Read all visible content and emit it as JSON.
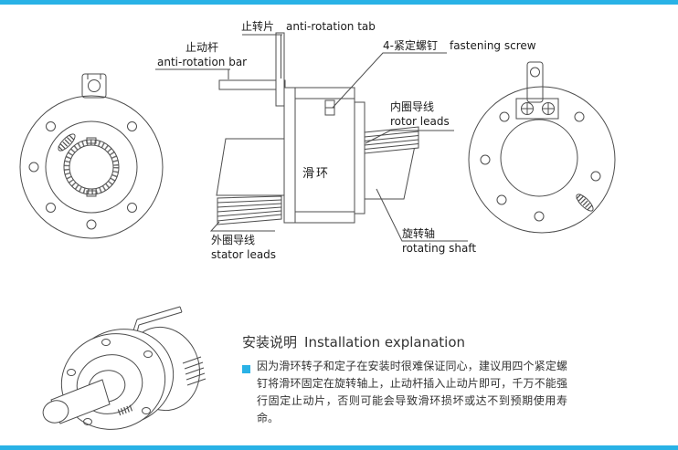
{
  "theme": {
    "accent": "#29b2e6",
    "line": "#4d4d4d",
    "text": "#1a1a1a"
  },
  "diagram": {
    "slip_ring_label": "滑环",
    "labels": {
      "anti_rotation_tab": {
        "zh": "止转片",
        "en": "anti-rotation tab"
      },
      "anti_rotation_bar": {
        "zh": "止动杆",
        "en": "anti-rotation bar"
      },
      "fastening_screw": {
        "zh": "4-紧定螺钉",
        "en": "fastening screw"
      },
      "rotor_leads": {
        "zh": "内圈导线",
        "en": "rotor leads"
      },
      "stator_leads": {
        "zh": "外圈导线",
        "en": "stator leads"
      },
      "rotating_shaft": {
        "zh": "旋转轴",
        "en": "rotating shaft"
      }
    }
  },
  "installation": {
    "heading_zh": "安装说明",
    "heading_en": "Installation explanation",
    "body": "因为滑环转子和定子在安装时很难保证同心，建议用四个紧定螺钉将滑环固定在旋转轴上，止动杆插入止动片即可，千万不能强行固定止动片，否则可能会导致滑环损坏或达不到预期使用寿命。"
  }
}
